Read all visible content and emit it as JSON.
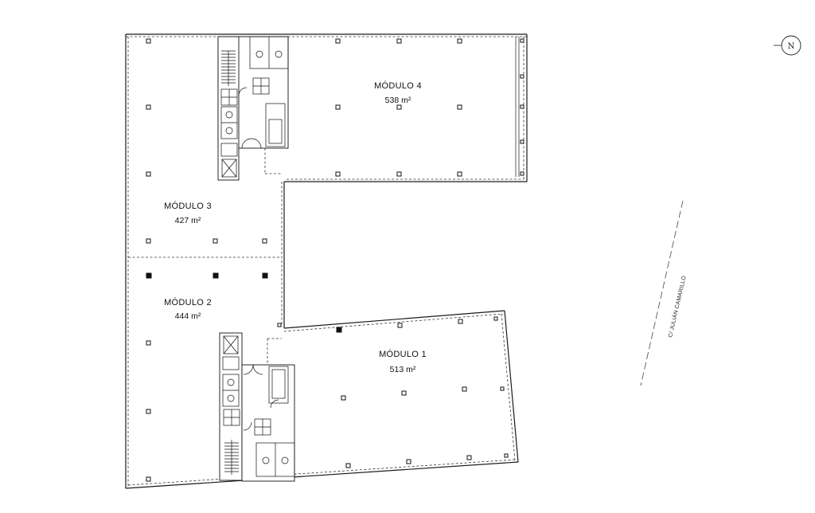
{
  "modules": [
    {
      "id": "1",
      "label": "MÓDULO 1",
      "area": "513 m²"
    },
    {
      "id": "2",
      "label": "MÓDULO 2",
      "area": "444 m²"
    },
    {
      "id": "3",
      "label": "MÓDULO 3",
      "area": "427 m²"
    },
    {
      "id": "4",
      "label": "MÓDULO 4",
      "area": "538 m²"
    }
  ],
  "street": {
    "name": "C/ JULIÁN CAMARILLO"
  },
  "north": {
    "symbol": "N"
  }
}
